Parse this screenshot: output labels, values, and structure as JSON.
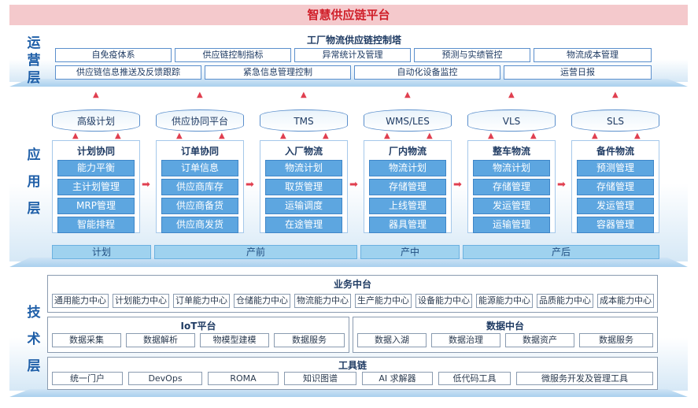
{
  "title": "智慧供应链平台",
  "ops": {
    "side_label": [
      "运",
      "营",
      "层"
    ],
    "tower_title": "工厂物流供应链控制塔",
    "row1": [
      "自免疫体系",
      "供应链控制指标",
      "异常统计及管理",
      "预测与实绩管控",
      "物流成本管理"
    ],
    "row2": [
      "供应链信息推送及反馈跟踪",
      "紧急信息管理控制",
      "自动化设备监控",
      "运营日报"
    ]
  },
  "app": {
    "side_label": [
      "应",
      "用",
      "层"
    ],
    "columns": [
      {
        "system": "高级计划",
        "title": "计划协同",
        "items": [
          "能力平衡",
          "主计划管理",
          "MRP管理",
          "智能排程"
        ]
      },
      {
        "system": "供应协同平台",
        "title": "订单协同",
        "items": [
          "订单信息",
          "供应商库存",
          "供应商备货",
          "供应商发货"
        ]
      },
      {
        "system": "TMS",
        "title": "入厂物流",
        "items": [
          "物流计划",
          "取货管理",
          "运输调度",
          "在途管理"
        ]
      },
      {
        "system": "WMS/LES",
        "title": "厂内物流",
        "items": [
          "物流计划",
          "存储管理",
          "上线管理",
          "器具管理"
        ]
      },
      {
        "system": "VLS",
        "title": "整车物流",
        "items": [
          "物流计划",
          "存储管理",
          "发运管理",
          "运输管理"
        ]
      },
      {
        "system": "SLS",
        "title": "备件物流",
        "items": [
          "预测管理",
          "存储管理",
          "发运管理",
          "容器管理"
        ]
      }
    ],
    "phases": [
      "计划",
      "产前",
      "产中",
      "产后"
    ]
  },
  "tech": {
    "side_label": [
      "技",
      "术",
      "层"
    ],
    "business": {
      "title": "业务中台",
      "items": [
        "通用能力中心",
        "计划能力中心",
        "订单能力中心",
        "仓储能力中心",
        "物流能力中心",
        "生产能力中心",
        "设备能力中心",
        "能源能力中心",
        "品质能力中心",
        "成本能力中心"
      ]
    },
    "iot": {
      "title": "IoT平台",
      "items": [
        "数据采集",
        "数据解析",
        "物模型建模",
        "数据服务"
      ]
    },
    "data": {
      "title": "数据中台",
      "items": [
        "数据入湖",
        "数据治理",
        "数据资产",
        "数据服务"
      ]
    },
    "tools": {
      "title": "工具链",
      "items": [
        "统一门户",
        "DevOps",
        "ROMA",
        "知识图谱",
        "AI 求解器",
        "低代码工具",
        "微服务开发及管理工具"
      ]
    }
  },
  "colors": {
    "accent": "#d0202a",
    "title_bg": "#f4c9cc",
    "item_blue": "#5da6e0",
    "phase_blue": "#9fd2ef",
    "arrow_red": "#e04050"
  },
  "icons": {
    "flow_arrow": "arrow-right-icon",
    "up_arrow": "arrow-up-icon"
  }
}
